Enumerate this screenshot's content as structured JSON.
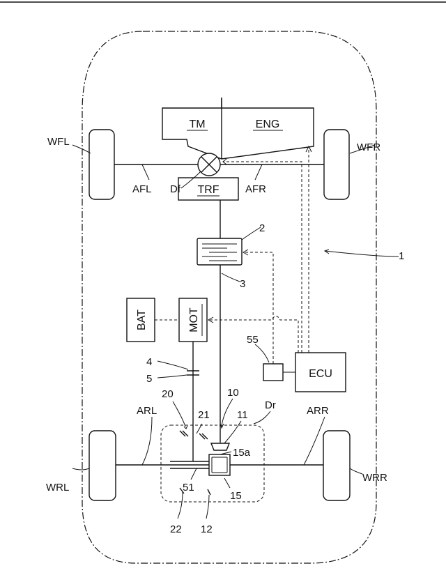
{
  "labels": {
    "wfl": "WFL",
    "wfr": "WFR",
    "wrl": "WRL",
    "wrr": "WRR",
    "afl": "AFL",
    "afr": "AFR",
    "arl": "ARL",
    "arr": "ARR",
    "df": "Df",
    "dr": "Dr",
    "n1": "1",
    "n2": "2",
    "n3": "3",
    "n4": "4",
    "n5": "5",
    "n10": "10",
    "n11": "11",
    "n12": "12",
    "n15": "15",
    "n15a": "15a",
    "n20": "20",
    "n21": "21",
    "n22": "22",
    "n51": "51",
    "n55": "55"
  },
  "boxes": {
    "tm": "TM",
    "eng": "ENG",
    "trf": "TRF",
    "bat": "BAT",
    "mot": "MOT",
    "ecu": "ECU"
  }
}
